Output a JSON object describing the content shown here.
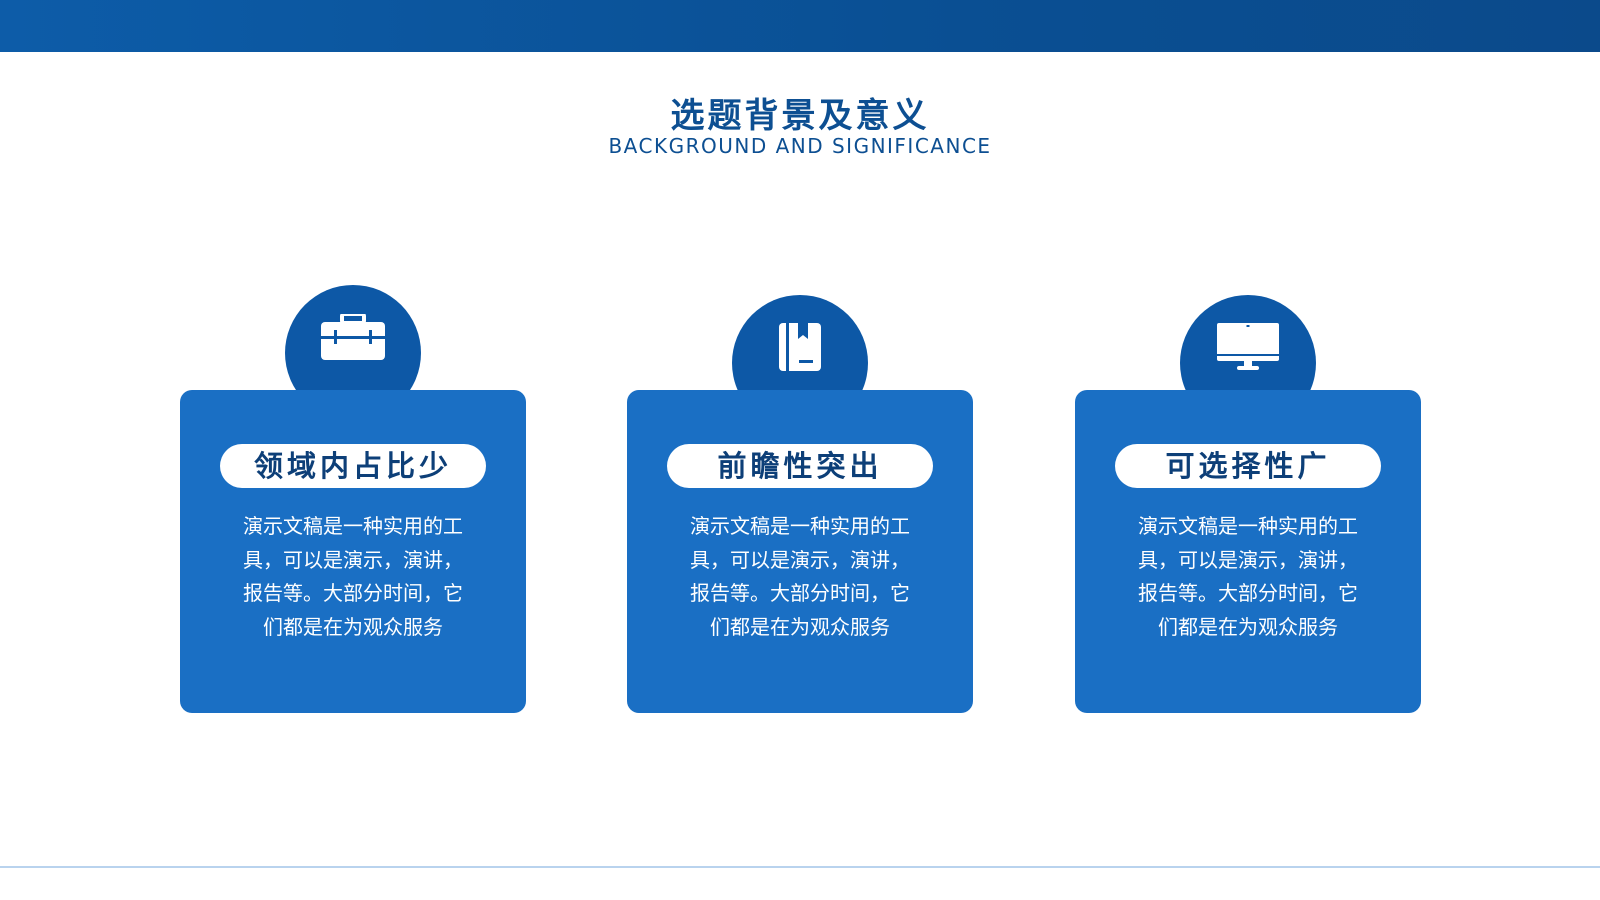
{
  "header": {
    "title": "选题背景及意义",
    "subtitle": "BACKGROUND AND SIGNIFICANCE"
  },
  "cards": [
    {
      "icon": "briefcase-icon",
      "title": "领域内占比少",
      "text": "演示文稿是一种实用的工具，可以是演示，演讲，报告等。大部分时间，它们都是在为观众服务"
    },
    {
      "icon": "book-icon",
      "title": "前瞻性突出",
      "text": "演示文稿是一种实用的工具，可以是演示，演讲，报告等。大部分时间，它们都是在为观众服务"
    },
    {
      "icon": "monitor-icon",
      "title": "可选择性广",
      "text": "演示文稿是一种实用的工具，可以是演示，演讲，报告等。大部分时间，它们都是在为观众服务"
    }
  ],
  "colors": {
    "primary": "#1a6fc4",
    "dark": "#0d58a6",
    "title": "#0d4f92"
  }
}
